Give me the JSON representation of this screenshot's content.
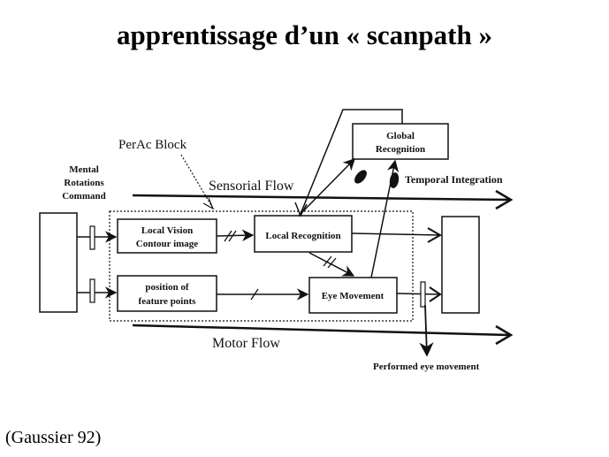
{
  "title": "apprentissage d’un « scanpath »",
  "citation": "(Gaussier 92)",
  "diagram": {
    "perac_block_label": "PerAc Block",
    "mental_rotations": [
      "Mental",
      "Rotations",
      "Command"
    ],
    "sensorial_flow": "Sensorial Flow",
    "motor_flow": "Motor Flow",
    "temporal_integration": "Temporal Integration",
    "performed_eye_movement": "Performed eye movement",
    "boxes": {
      "global_recognition": [
        "Global",
        "Recognition"
      ],
      "local_vision": [
        "Local Vision",
        "Contour image"
      ],
      "local_recognition": "Local Recognition",
      "feature_points": [
        "position of",
        "feature points"
      ],
      "eye_movement": "Eye Movement"
    }
  }
}
